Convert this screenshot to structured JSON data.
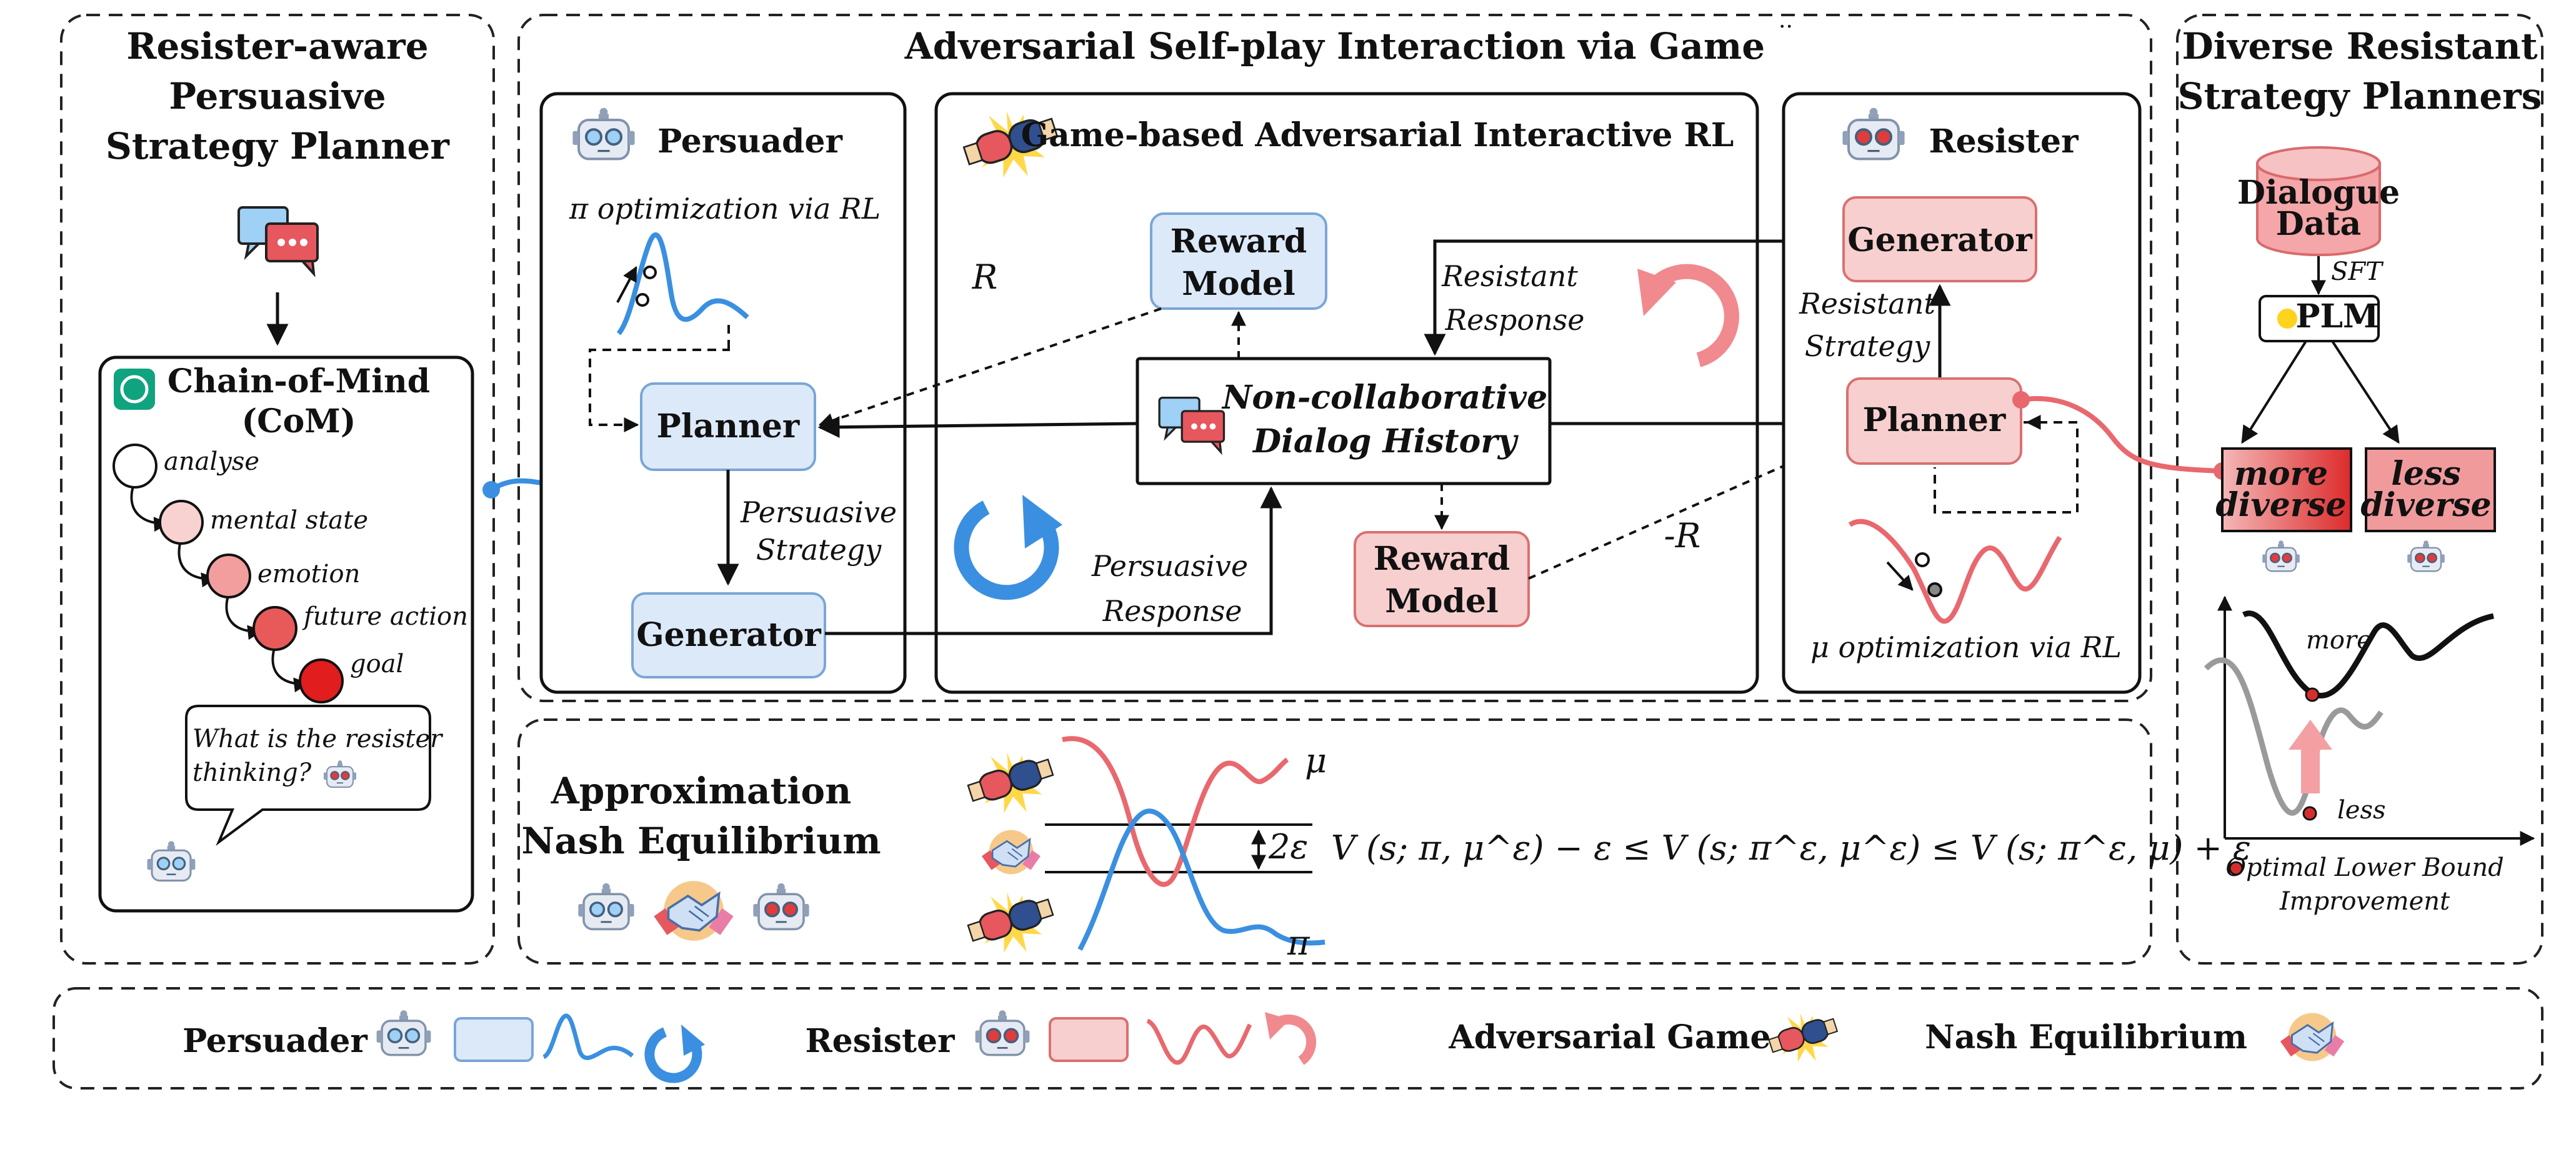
{
  "panels": {
    "left_title": [
      "Resister-aware",
      "Persuasive",
      "Strategy Planner"
    ],
    "center_title": "Adversarial Self-play Interaction via Game",
    "center_title_mark": "..",
    "right_title": [
      "Diverse  Resistant",
      "Strategy Planners"
    ]
  },
  "com": {
    "title": [
      "Chain-of-Mind",
      "(CoM)"
    ],
    "steps": [
      "analyse",
      "mental state",
      "emotion",
      "future action",
      "goal"
    ],
    "thought": [
      "What is the resister",
      "thinking?"
    ]
  },
  "persuader_panel": {
    "title": "Persuader",
    "optimization": "π optimization via RL",
    "planner": "Planner",
    "generator": "Generator",
    "strategy": [
      "Persuasive",
      "Strategy"
    ]
  },
  "game_panel": {
    "title": "Game-based Adversarial Interactive RL",
    "reward_model_top": [
      "Reward",
      "Model"
    ],
    "reward_model_bottom": [
      "Reward",
      "Model"
    ],
    "R": "R",
    "neg_R": "-R",
    "history": [
      "Non-collaborative",
      "Dialog History"
    ],
    "resistant_response": [
      "Resistant",
      "Response"
    ],
    "persuasive_response": [
      "Persuasive",
      "Response"
    ]
  },
  "resister_panel": {
    "title": "Resister",
    "generator": "Generator",
    "planner": "Planner",
    "strategy": [
      "Resistant",
      "Strategy"
    ],
    "optimization": "μ  optimization via RL"
  },
  "diverse_panel": {
    "dialogue_data": [
      "Dialogue",
      "Data"
    ],
    "sft": "SFT",
    "plm": "PLM",
    "more_diverse": [
      "more",
      "diverse"
    ],
    "less_diverse": [
      "less",
      "diverse"
    ],
    "curve_more": "more",
    "curve_less": "less",
    "legend": [
      "Optimal Lower Bound",
      "Improvement"
    ]
  },
  "nash_panel": {
    "title": [
      "Approximation",
      "Nash Equilibrium"
    ],
    "mu": "μ",
    "pi": "π",
    "two_eps": "2ε",
    "formula": "V (s; π, μ^ε) − ε ≤ V (s; π^ε, μ^ε) ≤ V (s; π^ε, μ) + ε"
  },
  "legend_bar": {
    "persuader": "Persuader",
    "resister": "Resister",
    "game": "Adversarial Game",
    "nash": "Nash Equilibrium"
  },
  "colors": {
    "blue": "#3b8fe0",
    "blue_fill": "#dce9f8",
    "red": "#e8686e",
    "red_fill": "#f7cfcf",
    "dark_red": "#d62e2e",
    "chatgpt": "#10a37f"
  }
}
